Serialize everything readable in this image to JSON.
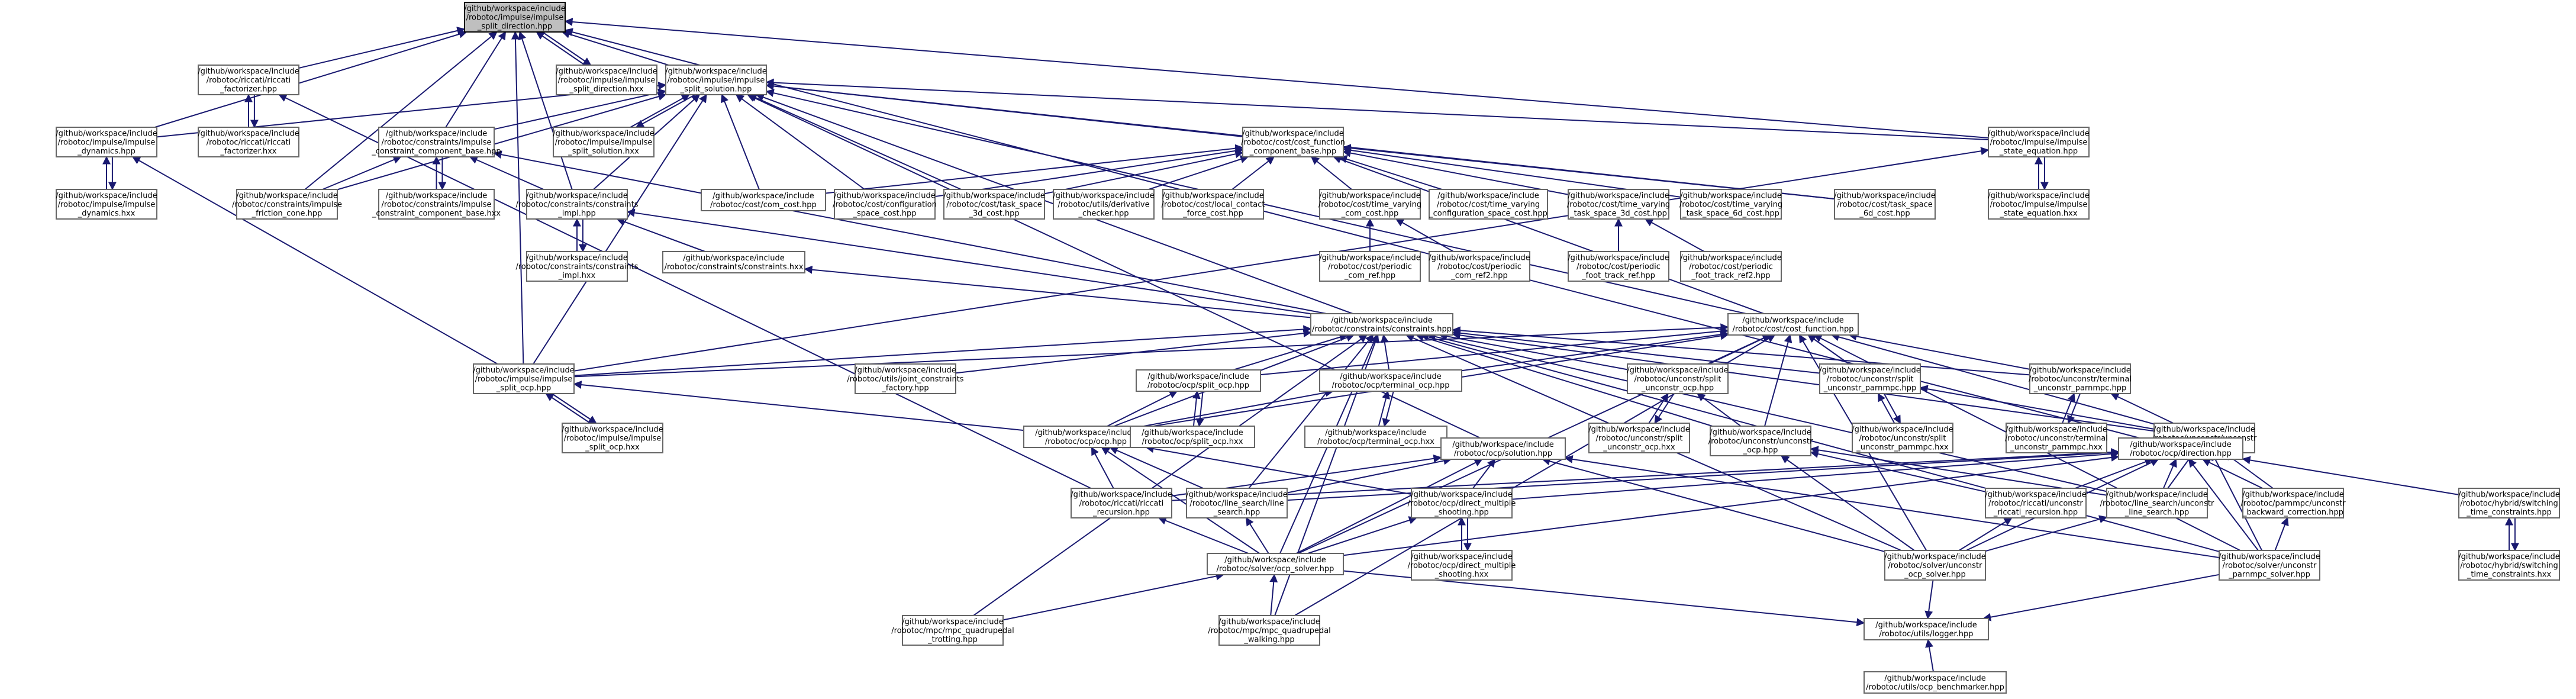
{
  "colors": {
    "edge": "#191970",
    "root_fill": "#bfbfbf",
    "node_border": "#666666"
  },
  "nodes": [
    {
      "id": "root",
      "lines": [
        "/github/workspace/include",
        "/robotoc/impulse/impulse",
        "_split_direction.hpp"
      ],
      "root": true
    },
    {
      "id": "riccati_fact",
      "lines": [
        "/github/workspace/include",
        "/robotoc/riccati/riccati",
        "_factorizer.hpp"
      ]
    },
    {
      "id": "split_dir_hxx",
      "lines": [
        "/github/workspace/include",
        "/robotoc/impulse/impulse",
        "_split_direction.hxx"
      ]
    },
    {
      "id": "split_sol",
      "lines": [
        "/github/workspace/include",
        "/robotoc/impulse/impulse",
        "_split_solution.hpp"
      ]
    },
    {
      "id": "dyn",
      "lines": [
        "/github/workspace/include",
        "/robotoc/impulse/impulse",
        "_dynamics.hpp"
      ]
    },
    {
      "id": "riccati_fact_hxx",
      "lines": [
        "/github/workspace/include",
        "/robotoc/riccati/riccati",
        "_factorizer.hxx"
      ]
    },
    {
      "id": "ccb",
      "lines": [
        "/github/workspace/include",
        "/robotoc/constraints/impulse",
        "_constraint_component_base.hpp"
      ]
    },
    {
      "id": "split_sol_hxx",
      "lines": [
        "/github/workspace/include",
        "/robotoc/impulse/impulse",
        "_split_solution.hxx"
      ]
    },
    {
      "id": "cost_comp",
      "lines": [
        "/github/workspace/include",
        "/robotoc/cost/cost_function",
        "_component_base.hpp"
      ]
    },
    {
      "id": "state_eq",
      "lines": [
        "/github/workspace/include",
        "/robotoc/impulse/impulse",
        "_state_equation.hpp"
      ]
    },
    {
      "id": "dyn_hxx",
      "lines": [
        "/github/workspace/include",
        "/robotoc/impulse/impulse",
        "_dynamics.hxx"
      ]
    },
    {
      "id": "friction",
      "lines": [
        "/github/workspace/include",
        "/robotoc/constraints/impulse",
        "_friction_cone.hpp"
      ]
    },
    {
      "id": "ccb_hxx",
      "lines": [
        "/github/workspace/include",
        "/robotoc/constraints/impulse",
        "_constraint_component_base.hxx"
      ]
    },
    {
      "id": "cons_impl",
      "lines": [
        "/github/workspace/include",
        "/robotoc/constraints/constraints",
        "_impl.hpp"
      ]
    },
    {
      "id": "com_cost",
      "lines": [
        "/github/workspace/include",
        "/robotoc/cost/com_cost.hpp"
      ]
    },
    {
      "id": "config_cost",
      "lines": [
        "/github/workspace/include",
        "/robotoc/cost/configuration",
        "_space_cost.hpp"
      ]
    },
    {
      "id": "ts3d_cost",
      "lines": [
        "/github/workspace/include",
        "/robotoc/cost/task_space",
        "_3d_cost.hpp"
      ]
    },
    {
      "id": "deriv_checker",
      "lines": [
        "/github/workspace/include",
        "/robotoc/utils/derivative",
        "_checker.hpp"
      ]
    },
    {
      "id": "contact_force",
      "lines": [
        "/github/workspace/include",
        "/robotoc/cost/local_contact",
        "_force_cost.hpp"
      ]
    },
    {
      "id": "tv_com",
      "lines": [
        "/github/workspace/include",
        "/robotoc/cost/time_varying",
        "_com_cost.hpp"
      ]
    },
    {
      "id": "tv_config",
      "lines": [
        "/github/workspace/include",
        "/robotoc/cost/time_varying",
        "_configuration_space_cost.hpp"
      ]
    },
    {
      "id": "tv_ts3d",
      "lines": [
        "/github/workspace/include",
        "/robotoc/cost/time_varying",
        "_task_space_3d_cost.hpp"
      ]
    },
    {
      "id": "tv_ts6d",
      "lines": [
        "/github/workspace/include",
        "/robotoc/cost/time_varying",
        "_task_space_6d_cost.hpp"
      ]
    },
    {
      "id": "ts6d_cost",
      "lines": [
        "/github/workspace/include",
        "/robotoc/cost/task_space",
        "_6d_cost.hpp"
      ]
    },
    {
      "id": "state_eq_hxx",
      "lines": [
        "/github/workspace/include",
        "/robotoc/impulse/impulse",
        "_state_equation.hxx"
      ]
    },
    {
      "id": "cons_impl_hxx",
      "lines": [
        "/github/workspace/include",
        "/robotoc/constraints/constraints",
        "_impl.hxx"
      ]
    },
    {
      "id": "cons_hxx",
      "lines": [
        "/github/workspace/include",
        "/robotoc/constraints/constraints.hxx"
      ]
    },
    {
      "id": "periodic_com",
      "lines": [
        "/github/workspace/include",
        "/robotoc/cost/periodic",
        "_com_ref.hpp"
      ]
    },
    {
      "id": "periodic_com2",
      "lines": [
        "/github/workspace/include",
        "/robotoc/cost/periodic",
        "_com_ref2.hpp"
      ]
    },
    {
      "id": "periodic_foot",
      "lines": [
        "/github/workspace/include",
        "/robotoc/cost/periodic",
        "_foot_track_ref.hpp"
      ]
    },
    {
      "id": "periodic_foot2",
      "lines": [
        "/github/workspace/include",
        "/robotoc/cost/periodic",
        "_foot_track_ref2.hpp"
      ]
    },
    {
      "id": "constraints",
      "lines": [
        "/github/workspace/include",
        "/robotoc/constraints/constraints.hpp"
      ]
    },
    {
      "id": "cost_function",
      "lines": [
        "/github/workspace/include",
        "/robotoc/cost/cost_function.hpp"
      ]
    },
    {
      "id": "split_ocp",
      "lines": [
        "/github/workspace/include",
        "/robotoc/impulse/impulse",
        "_split_ocp.hpp"
      ]
    },
    {
      "id": "joint_cons",
      "lines": [
        "/github/workspace/include",
        "/robotoc/utils/joint_constraints",
        "_factory.hpp"
      ]
    },
    {
      "id": "ocp_split",
      "lines": [
        "/github/workspace/include",
        "/robotoc/ocp/split_ocp.hpp"
      ]
    },
    {
      "id": "terminal_ocp",
      "lines": [
        "/github/workspace/include",
        "/robotoc/ocp/terminal_ocp.hpp"
      ]
    },
    {
      "id": "unc_split_ocp",
      "lines": [
        "/github/workspace/include",
        "/robotoc/unconstr/split",
        "_unconstr_ocp.hpp"
      ]
    },
    {
      "id": "unc_split_parnmpc",
      "lines": [
        "/github/workspace/include",
        "/robotoc/unconstr/split",
        "_unconstr_parnmpc.hpp"
      ]
    },
    {
      "id": "unc_term_parnmpc",
      "lines": [
        "/github/workspace/include",
        "/robotoc/unconstr/terminal",
        "_unconstr_parnmpc.hpp"
      ]
    },
    {
      "id": "split_ocp_hxx",
      "lines": [
        "/github/workspace/include",
        "/robotoc/impulse/impulse",
        "_split_ocp.hxx"
      ]
    },
    {
      "id": "ocp",
      "lines": [
        "/github/workspace/include",
        "/robotoc/ocp/ocp.hpp"
      ]
    },
    {
      "id": "ocp_split_hxx",
      "lines": [
        "/github/workspace/include",
        "/robotoc/ocp/split_ocp.hxx"
      ]
    },
    {
      "id": "terminal_ocp_hxx",
      "lines": [
        "/github/workspace/include",
        "/robotoc/ocp/terminal_ocp.hxx"
      ]
    },
    {
      "id": "ocp_solution",
      "lines": [
        "/github/workspace/include",
        "/robotoc/ocp/solution.hpp"
      ]
    },
    {
      "id": "unc_split_ocp_hxx",
      "lines": [
        "/github/workspace/include",
        "/robotoc/unconstr/split",
        "_unconstr_ocp.hxx"
      ]
    },
    {
      "id": "unc_ocp",
      "lines": [
        "/github/workspace/include",
        "/robotoc/unconstr/unconstr",
        "_ocp.hpp"
      ]
    },
    {
      "id": "unc_split_parnmpc_hxx",
      "lines": [
        "/github/workspace/include",
        "/robotoc/unconstr/split",
        "_unconstr_parnmpc.hxx"
      ]
    },
    {
      "id": "unc_term_parnmpc_hxx",
      "lines": [
        "/github/workspace/include",
        "/robotoc/unconstr/terminal",
        "_unconstr_parnmpc.hxx"
      ]
    },
    {
      "id": "unc_parnmpc",
      "lines": [
        "/github/workspace/include",
        "/robotoc/unconstr/unconstr",
        "_parnmpc.hpp"
      ]
    },
    {
      "id": "ocp_direction",
      "lines": [
        "/github/workspace/include",
        "/robotoc/ocp/direction.hpp"
      ]
    },
    {
      "id": "riccati_rec",
      "lines": [
        "/github/workspace/include",
        "/robotoc/riccati/riccati",
        "_recursion.hpp"
      ]
    },
    {
      "id": "ls_search",
      "lines": [
        "/github/workspace/include",
        "/robotoc/line_search/line",
        "_search.hpp"
      ]
    },
    {
      "id": "direct_shoot",
      "lines": [
        "/github/workspace/include",
        "/robotoc/ocp/direct_multiple",
        "_shooting.hpp"
      ]
    },
    {
      "id": "unc_riccati_rec",
      "lines": [
        "/github/workspace/include",
        "/robotoc/riccati/unconstr",
        "_riccati_recursion.hpp"
      ]
    },
    {
      "id": "unc_ls",
      "lines": [
        "/github/workspace/include",
        "/robotoc/line_search/unconstr",
        "_line_search.hpp"
      ]
    },
    {
      "id": "unc_backcorr",
      "lines": [
        "/github/workspace/include",
        "/robotoc/parnmpc/unconstr",
        "_backward_correction.hpp"
      ]
    },
    {
      "id": "hybrid_st",
      "lines": [
        "/github/workspace/include",
        "/robotoc/hybrid/switching",
        "_time_constraints.hpp"
      ]
    },
    {
      "id": "ocp_solver",
      "lines": [
        "/github/workspace/include",
        "/robotoc/solver/ocp_solver.hpp"
      ]
    },
    {
      "id": "direct_shoot_hxx",
      "lines": [
        "/github/workspace/include",
        "/robotoc/ocp/direct_multiple",
        "_shooting.hxx"
      ]
    },
    {
      "id": "unc_ocp_solver",
      "lines": [
        "/github/workspace/include",
        "/robotoc/solver/unconstr",
        "_ocp_solver.hpp"
      ]
    },
    {
      "id": "unc_parnmpc_solver",
      "lines": [
        "/github/workspace/include",
        "/robotoc/solver/unconstr",
        "_parnmpc_solver.hpp"
      ]
    },
    {
      "id": "hybrid_st_hxx",
      "lines": [
        "/github/workspace/include",
        "/robotoc/hybrid/switching",
        "_time_constraints.hxx"
      ]
    },
    {
      "id": "mpc_trot",
      "lines": [
        "/github/workspace/include",
        "/robotoc/mpc/mpc_quadrupedal",
        "_trotting.hpp"
      ]
    },
    {
      "id": "mpc_walk",
      "lines": [
        "/github/workspace/include",
        "/robotoc/mpc/mpc_quadrupedal",
        "_walking.hpp"
      ]
    },
    {
      "id": "logger",
      "lines": [
        "/github/workspace/include",
        "/robotoc/utils/logger.hpp"
      ]
    },
    {
      "id": "ocp_bench",
      "lines": [
        "/github/workspace/include",
        "/robotoc/utils/ocp_benchmarker.hpp"
      ]
    }
  ],
  "edges": [
    [
      "riccati_fact",
      "root"
    ],
    [
      "split_dir_hxx",
      "root"
    ],
    [
      "split_sol",
      "root"
    ],
    [
      "dyn",
      "root"
    ],
    [
      "ccb",
      "root"
    ],
    [
      "friction",
      "root"
    ],
    [
      "split_ocp",
      "root"
    ],
    [
      "cons_impl",
      "root"
    ],
    [
      "ocp_direction",
      "root"
    ],
    [
      "state_eq",
      "root"
    ],
    [
      "root",
      "split_dir_hxx"
    ],
    [
      "riccati_fact_hxx",
      "riccati_fact"
    ],
    [
      "riccati_fact",
      "riccati_fact_hxx"
    ],
    [
      "riccati_rec",
      "riccati_fact"
    ],
    [
      "split_sol_hxx",
      "split_sol"
    ],
    [
      "split_sol",
      "split_sol_hxx"
    ],
    [
      "dyn",
      "split_sol"
    ],
    [
      "ccb",
      "split_sol"
    ],
    [
      "cost_comp",
      "split_sol"
    ],
    [
      "state_eq",
      "split_sol"
    ],
    [
      "friction",
      "split_sol"
    ],
    [
      "cons_impl",
      "split_sol"
    ],
    [
      "com_cost",
      "split_sol"
    ],
    [
      "config_cost",
      "split_sol"
    ],
    [
      "ts3d_cost",
      "split_sol"
    ],
    [
      "ts6d_cost",
      "split_sol"
    ],
    [
      "constraints",
      "split_sol"
    ],
    [
      "cost_function",
      "split_sol"
    ],
    [
      "split_ocp",
      "split_sol"
    ],
    [
      "ocp_solution",
      "split_sol"
    ],
    [
      "dyn_hxx",
      "dyn"
    ],
    [
      "dyn",
      "dyn_hxx"
    ],
    [
      "split_ocp",
      "dyn"
    ],
    [
      "ccb_hxx",
      "ccb"
    ],
    [
      "ccb",
      "ccb_hxx"
    ],
    [
      "friction",
      "ccb"
    ],
    [
      "cons_impl",
      "ccb"
    ],
    [
      "constraints",
      "ccb"
    ],
    [
      "com_cost",
      "cost_comp"
    ],
    [
      "config_cost",
      "cost_comp"
    ],
    [
      "ts3d_cost",
      "cost_comp"
    ],
    [
      "deriv_checker",
      "cost_comp"
    ],
    [
      "contact_force",
      "cost_comp"
    ],
    [
      "tv_com",
      "cost_comp"
    ],
    [
      "tv_config",
      "cost_comp"
    ],
    [
      "tv_ts3d",
      "cost_comp"
    ],
    [
      "tv_ts6d",
      "cost_comp"
    ],
    [
      "ts6d_cost",
      "cost_comp"
    ],
    [
      "cost_function",
      "cost_comp"
    ],
    [
      "state_eq_hxx",
      "state_eq"
    ],
    [
      "state_eq",
      "state_eq_hxx"
    ],
    [
      "split_ocp",
      "state_eq"
    ],
    [
      "cons_impl_hxx",
      "cons_impl"
    ],
    [
      "cons_impl",
      "cons_impl_hxx"
    ],
    [
      "cons_hxx",
      "cons_impl"
    ],
    [
      "constraints",
      "cons_impl"
    ],
    [
      "periodic_com",
      "tv_com"
    ],
    [
      "periodic_com2",
      "tv_com"
    ],
    [
      "periodic_foot",
      "tv_ts3d"
    ],
    [
      "periodic_foot2",
      "tv_ts3d"
    ],
    [
      "constraints",
      "cons_hxx"
    ],
    [
      "split_ocp",
      "constraints"
    ],
    [
      "joint_cons",
      "constraints"
    ],
    [
      "ocp_split",
      "constraints"
    ],
    [
      "terminal_ocp",
      "constraints"
    ],
    [
      "unc_split_ocp",
      "constraints"
    ],
    [
      "unc_split_parnmpc",
      "constraints"
    ],
    [
      "unc_term_parnmpc",
      "constraints"
    ],
    [
      "ocp",
      "constraints"
    ],
    [
      "unc_ocp",
      "constraints"
    ],
    [
      "unc_parnmpc",
      "constraints"
    ],
    [
      "ls_search",
      "constraints"
    ],
    [
      "unc_ls",
      "constraints"
    ],
    [
      "ocp_solver",
      "constraints"
    ],
    [
      "unc_ocp_solver",
      "constraints"
    ],
    [
      "unc_parnmpc_solver",
      "constraints"
    ],
    [
      "mpc_trot",
      "constraints"
    ],
    [
      "mpc_walk",
      "constraints"
    ],
    [
      "split_ocp",
      "cost_function"
    ],
    [
      "ocp_split",
      "cost_function"
    ],
    [
      "terminal_ocp",
      "cost_function"
    ],
    [
      "unc_split_ocp",
      "cost_function"
    ],
    [
      "unc_split_parnmpc",
      "cost_function"
    ],
    [
      "unc_term_parnmpc",
      "cost_function"
    ],
    [
      "ocp",
      "cost_function"
    ],
    [
      "unc_ocp",
      "cost_function"
    ],
    [
      "unc_parnmpc",
      "cost_function"
    ],
    [
      "ocp_solver",
      "cost_function"
    ],
    [
      "unc_ocp_solver",
      "cost_function"
    ],
    [
      "unc_parnmpc_solver",
      "cost_function"
    ],
    [
      "mpc_walk",
      "cost_function"
    ],
    [
      "split_ocp_hxx",
      "split_ocp"
    ],
    [
      "split_ocp",
      "split_ocp_hxx"
    ],
    [
      "ocp",
      "split_ocp"
    ],
    [
      "ocp_split_hxx",
      "ocp_split"
    ],
    [
      "ocp_split",
      "ocp_split_hxx"
    ],
    [
      "ocp",
      "ocp_split"
    ],
    [
      "terminal_ocp_hxx",
      "terminal_ocp"
    ],
    [
      "terminal_ocp",
      "terminal_ocp_hxx"
    ],
    [
      "ocp",
      "terminal_ocp"
    ],
    [
      "unc_split_ocp_hxx",
      "unc_split_ocp"
    ],
    [
      "unc_split_ocp",
      "unc_split_ocp_hxx"
    ],
    [
      "unc_ocp",
      "unc_split_ocp"
    ],
    [
      "unc_split_parnmpc_hxx",
      "unc_split_parnmpc"
    ],
    [
      "unc_split_parnmpc",
      "unc_split_parnmpc_hxx"
    ],
    [
      "unc_parnmpc",
      "unc_split_parnmpc"
    ],
    [
      "unc_term_parnmpc_hxx",
      "unc_term_parnmpc"
    ],
    [
      "unc_term_parnmpc",
      "unc_term_parnmpc_hxx"
    ],
    [
      "unc_parnmpc",
      "unc_term_parnmpc"
    ],
    [
      "riccati_rec",
      "ocp"
    ],
    [
      "ls_search",
      "ocp"
    ],
    [
      "direct_shoot",
      "ocp"
    ],
    [
      "ocp_solver",
      "ocp"
    ],
    [
      "riccati_rec",
      "ocp_solution"
    ],
    [
      "ls_search",
      "ocp_solution"
    ],
    [
      "direct_shoot",
      "ocp_solution"
    ],
    [
      "ocp_solver",
      "ocp_solution"
    ],
    [
      "unc_ocp_solver",
      "ocp_solution"
    ],
    [
      "unc_parnmpc_solver",
      "ocp_solution"
    ],
    [
      "unc_ocp_solver",
      "unc_ocp"
    ],
    [
      "unc_riccati_rec",
      "unc_ocp"
    ],
    [
      "unc_ls",
      "unc_ocp"
    ],
    [
      "unc_backcorr",
      "unc_parnmpc"
    ],
    [
      "unc_parnmpc_solver",
      "unc_parnmpc"
    ],
    [
      "unc_ls",
      "unc_parnmpc"
    ],
    [
      "riccati_rec",
      "ocp_direction"
    ],
    [
      "ls_search",
      "ocp_direction"
    ],
    [
      "direct_shoot",
      "ocp_direction"
    ],
    [
      "unc_riccati_rec",
      "ocp_direction"
    ],
    [
      "unc_ls",
      "ocp_direction"
    ],
    [
      "unc_backcorr",
      "ocp_direction"
    ],
    [
      "hybrid_st",
      "ocp_direction"
    ],
    [
      "ocp_solver",
      "ocp_direction"
    ],
    [
      "unc_ocp_solver",
      "ocp_direction"
    ],
    [
      "unc_parnmpc_solver",
      "ocp_direction"
    ],
    [
      "ocp_solver",
      "riccati_rec"
    ],
    [
      "ocp_solver",
      "ls_search"
    ],
    [
      "direct_shoot_hxx",
      "direct_shoot"
    ],
    [
      "direct_shoot",
      "direct_shoot_hxx"
    ],
    [
      "ocp_solver",
      "direct_shoot"
    ],
    [
      "unc_ocp_solver",
      "unc_riccati_rec"
    ],
    [
      "unc_ocp_solver",
      "unc_ls"
    ],
    [
      "unc_parnmpc_solver",
      "unc_backcorr"
    ],
    [
      "hybrid_st_hxx",
      "hybrid_st"
    ],
    [
      "hybrid_st",
      "hybrid_st_hxx"
    ],
    [
      "mpc_trot",
      "ocp_solver"
    ],
    [
      "mpc_walk",
      "ocp_solver"
    ],
    [
      "ocp_solver",
      "logger"
    ],
    [
      "unc_ocp_solver",
      "logger"
    ],
    [
      "unc_parnmpc_solver",
      "logger"
    ],
    [
      "ocp_bench",
      "logger"
    ]
  ]
}
